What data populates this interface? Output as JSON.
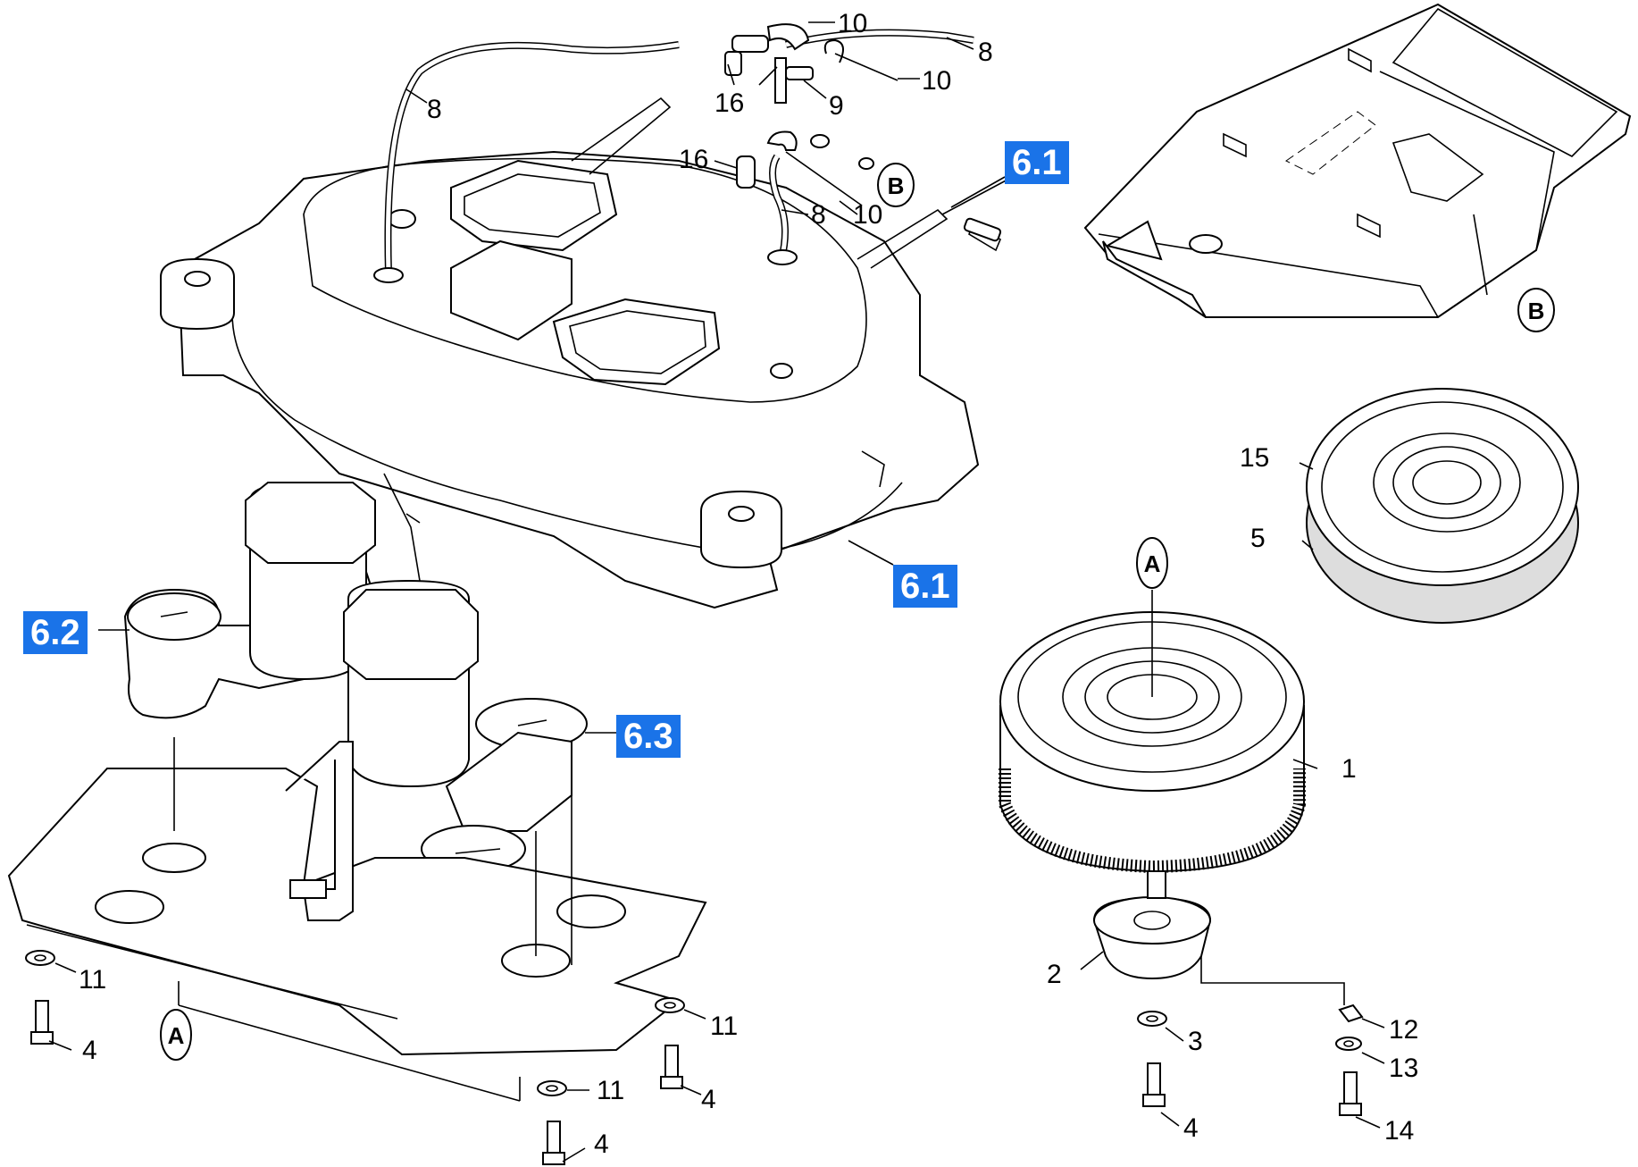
{
  "labels": {
    "l8a": "8",
    "l8b": "8",
    "l8c": "8",
    "l9": "9",
    "l10a": "10",
    "l10b": "10",
    "l10c": "10",
    "l16a": "16",
    "l16b": "16",
    "l15": "15",
    "l5": "5",
    "l1": "1",
    "l2": "2",
    "l3": "3",
    "l4a": "4",
    "l4b": "4",
    "l4c": "4",
    "l4d": "4",
    "l11a": "11",
    "l11b": "11",
    "l11c": "11",
    "l12": "12",
    "l13": "13",
    "l14": "14"
  },
  "markers": {
    "a_top": "A",
    "a_bottom": "A",
    "b_left": "B",
    "b_right": "B"
  },
  "refs": {
    "r61_top": "6.1",
    "r61_mid": "6.1",
    "r62": "6.2",
    "r63": "6.3"
  },
  "colors": {
    "ref_bg": "#1a73e8",
    "ref_text": "#ffffff",
    "line": "#000000"
  }
}
